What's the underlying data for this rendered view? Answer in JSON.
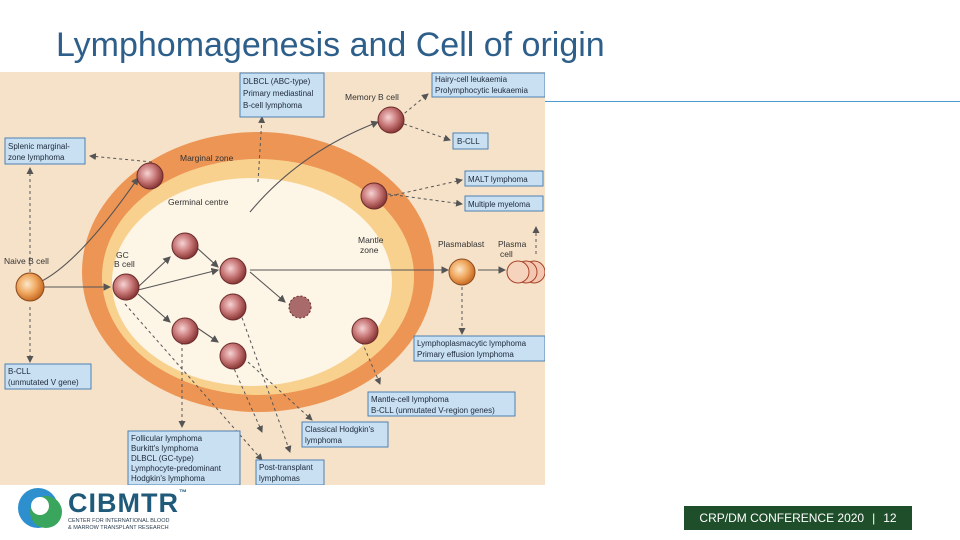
{
  "slide": {
    "title": "Lymphomagenesis and Cell of origin",
    "footer": {
      "conference": "CRP/DM CONFERENCE 2020",
      "separator": "|",
      "page_number": "12"
    },
    "logo": {
      "name": "CIBMTR",
      "tm": "™",
      "tagline_1": "CENTER FOR INTERNATIONAL BLOOD",
      "tagline_2": "& MARROW TRANSPLANT RESEARCH"
    }
  },
  "diagram": {
    "zones": {
      "marginal": "Marginal zone",
      "germinal": "Germinal centre",
      "mantle_1": "Mantle",
      "mantle_2": "zone"
    },
    "cells": {
      "naive": "Naive B cell",
      "gc_1": "GC",
      "gc_2": "B cell",
      "memory": "Memory B cell",
      "plasmablast": "Plasmablast",
      "plasma_1": "Plasma",
      "plasma_2": "cell"
    },
    "boxes": {
      "dlbcl_abc": [
        "DLBCL (ABC-type)",
        "Primary mediastinal",
        "B-cell lymphoma"
      ],
      "hairy": [
        "Hairy-cell leukaemia",
        "Prolymphocytic leukaemia"
      ],
      "splenic": [
        "Splenic marginal-",
        "zone lymphoma"
      ],
      "bcll_top": [
        "B-CLL"
      ],
      "malt": [
        "MALT lymphoma"
      ],
      "myeloma": [
        "Multiple myeloma"
      ],
      "lympho": [
        "Lymphoplasmacytic lymphoma",
        "Primary effusion lymphoma"
      ],
      "bcll_unmut": [
        "B-CLL",
        "(unmutated V gene)"
      ],
      "mantle_cell": [
        "Mantle-cell lymphoma",
        "B-CLL (unmutated V-region genes)"
      ],
      "follicular": [
        "Follicular lymphoma",
        "Burkitt's lymphoma",
        "DLBCL (GC-type)",
        "Lymphocyte-predominant",
        "Hodgkin's lymphoma"
      ],
      "hodgkin": [
        "Classical Hodgkin's",
        "lymphoma"
      ],
      "post_tx": [
        "Post-transplant",
        "lymphomas"
      ]
    }
  },
  "colors": {
    "title": "#2e5f8a",
    "footer_bg": "#1f4e2b",
    "rule": "#4b9ad0",
    "box_fill": "#c9dff2",
    "box_stroke": "#4f80b3",
    "outer_ring": "#ec9555",
    "inner": "#fdf5e6"
  }
}
